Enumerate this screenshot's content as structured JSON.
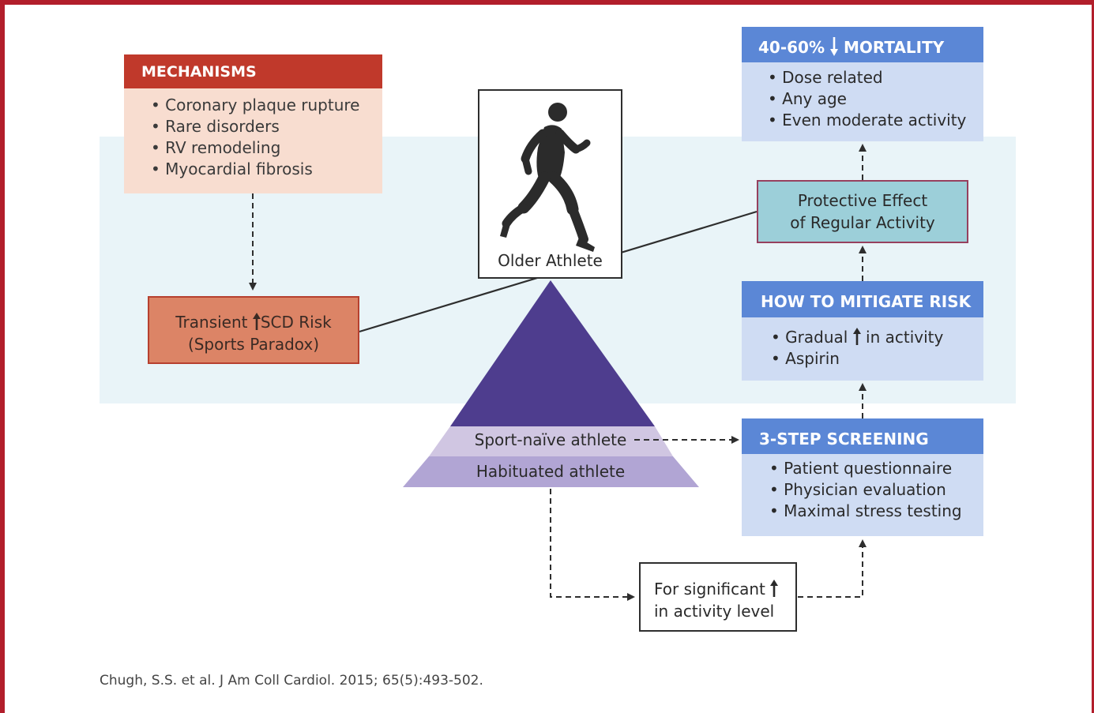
{
  "mechanisms": {
    "title": "MECHANISMS",
    "items": [
      "Coronary plaque rupture",
      "Rare disorders",
      "RV remodeling",
      "Myocardial fibrosis"
    ]
  },
  "scd": {
    "line1a": "Transient",
    "line1b": "SCD Risk",
    "line2": "(Sports Paradox)",
    "arrow_icon": "up-arrow-icon"
  },
  "mortality": {
    "title_a": "40-60%",
    "title_b": "MORTALITY",
    "arrow_icon": "down-arrow-icon",
    "items": [
      "Dose related",
      "Any age",
      "Even moderate activity"
    ]
  },
  "protective": {
    "line1": "Protective Effect",
    "line2": "of Regular Activity"
  },
  "mitigate": {
    "title": "HOW TO MITIGATE RISK",
    "item1a": "Gradual",
    "item1b": "in activity",
    "item2": "Aspirin"
  },
  "screening": {
    "title": "3-STEP SCREENING",
    "items": [
      "Patient questionnaire",
      "Physician evaluation",
      "Maximal stress testing"
    ]
  },
  "athlete": {
    "label": "Older Athlete",
    "icon": "runner-icon"
  },
  "pyramid": {
    "sport_naive": "Sport-naïve athlete",
    "habituated": "Habituated athlete"
  },
  "significant": {
    "line1": "For significant",
    "line2": "in activity level"
  },
  "citation": "Chugh, S.S. et al. J Am Coll Cardiol. 2015; 65(5):493-502.",
  "colors": {
    "frame": "#b21e2b",
    "mechanisms_header": "#c0392b",
    "mechanisms_body": "#f8ddd0",
    "scd_fill": "#dc8466",
    "blue_header": "#5b87d6",
    "blue_body": "#cfdcf3",
    "protective_fill": "#9ccfd9",
    "protective_border": "#96405e",
    "pyramid_top": "#4e3d8e",
    "pyramid_naive": "#d0c6e2",
    "pyramid_habituated": "#b1a5d4",
    "band": "#e9f4f8"
  }
}
